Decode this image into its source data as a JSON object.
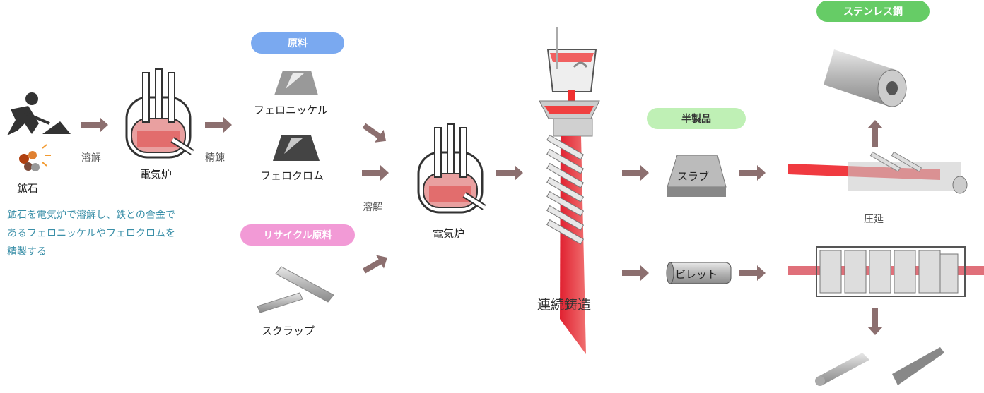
{
  "ore": {
    "label": "鉱石",
    "process": "溶解"
  },
  "furnace1": {
    "label": "電気炉",
    "process": "精錬"
  },
  "note": "鉱石を電気炉で溶解し、鉄との合金であるフェロニッケルやフェロクロムを精製する",
  "raw_materials": {
    "title": "原料",
    "items": [
      "フェロニッケル",
      "フェロクロム"
    ]
  },
  "recycled": {
    "title": "リサイクル原料",
    "item": "スクラップ"
  },
  "furnace2": {
    "process": "溶解",
    "label": "電気炉"
  },
  "casting": {
    "label": "連続鋳造"
  },
  "semi_products": {
    "title": "半製品",
    "slab": "スラブ",
    "billet": "ビレット"
  },
  "rolling": {
    "label": "圧延"
  },
  "stainless": {
    "title": "ステンレス鋼"
  },
  "colors": {
    "blue_pill": "#7aa9f0",
    "pink_pill": "#f29ad6",
    "green_pill": "#8ee08e",
    "green_pill2": "#66cc66",
    "arrow": "#8c6f6f",
    "molten": "#f0404a",
    "note": "#3a8fa8"
  }
}
